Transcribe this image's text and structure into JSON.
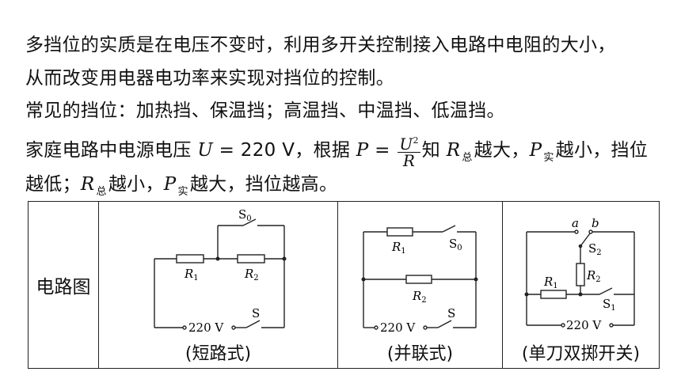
{
  "intro": {
    "line1": "多挡位的实质是在电压不变时，利用多开关控制接入电路中电阻的大小，",
    "line2": "从而改变用电器电功率来实现对挡位的控制。",
    "line3": "常见的挡位：加热挡、保温挡；高温挡、中温挡、低温挡。",
    "line4_a": "家庭电路中电源电压 ",
    "line4_U": "U",
    "line4_eq": " = 220 V，根据 ",
    "line4_P": "P",
    "line4_eq2": " = ",
    "line4_num": "U",
    "line4_exp": "2",
    "line4_den": "R",
    "line4_b": "知 ",
    "line4_R": "R",
    "line4_sub1": "总",
    "line4_c": "越大，",
    "line4_P2": "P",
    "line4_sub2": "实",
    "line4_d": "越小，挡位",
    "line5_a": "越低；",
    "line5_R": "R",
    "line5_sub1": "总",
    "line5_b": "越小，",
    "line5_P": "P",
    "line5_sub2": "实",
    "line5_c": "越大，挡位越高。"
  },
  "table": {
    "row_label": "电路图",
    "circuits": [
      {
        "caption": "(短路式)",
        "r1": "R",
        "r1_sub": "1",
        "r2": "R",
        "r2_sub": "2",
        "s0": "S",
        "s0_sub": "0",
        "s": "S",
        "voltage": "220 V"
      },
      {
        "caption": "(并联式)",
        "r1": "R",
        "r1_sub": "1",
        "r2": "R",
        "r2_sub": "2",
        "s0": "S",
        "s0_sub": "0",
        "s": "S",
        "voltage": "220 V"
      },
      {
        "caption": "(单刀双掷开关)",
        "a": "a",
        "b": "b",
        "r1": "R",
        "r1_sub": "1",
        "r2": "R",
        "r2_sub": "2",
        "s1": "S",
        "s1_sub": "1",
        "s2": "S",
        "s2_sub": "2",
        "voltage": "220 V"
      }
    ]
  }
}
